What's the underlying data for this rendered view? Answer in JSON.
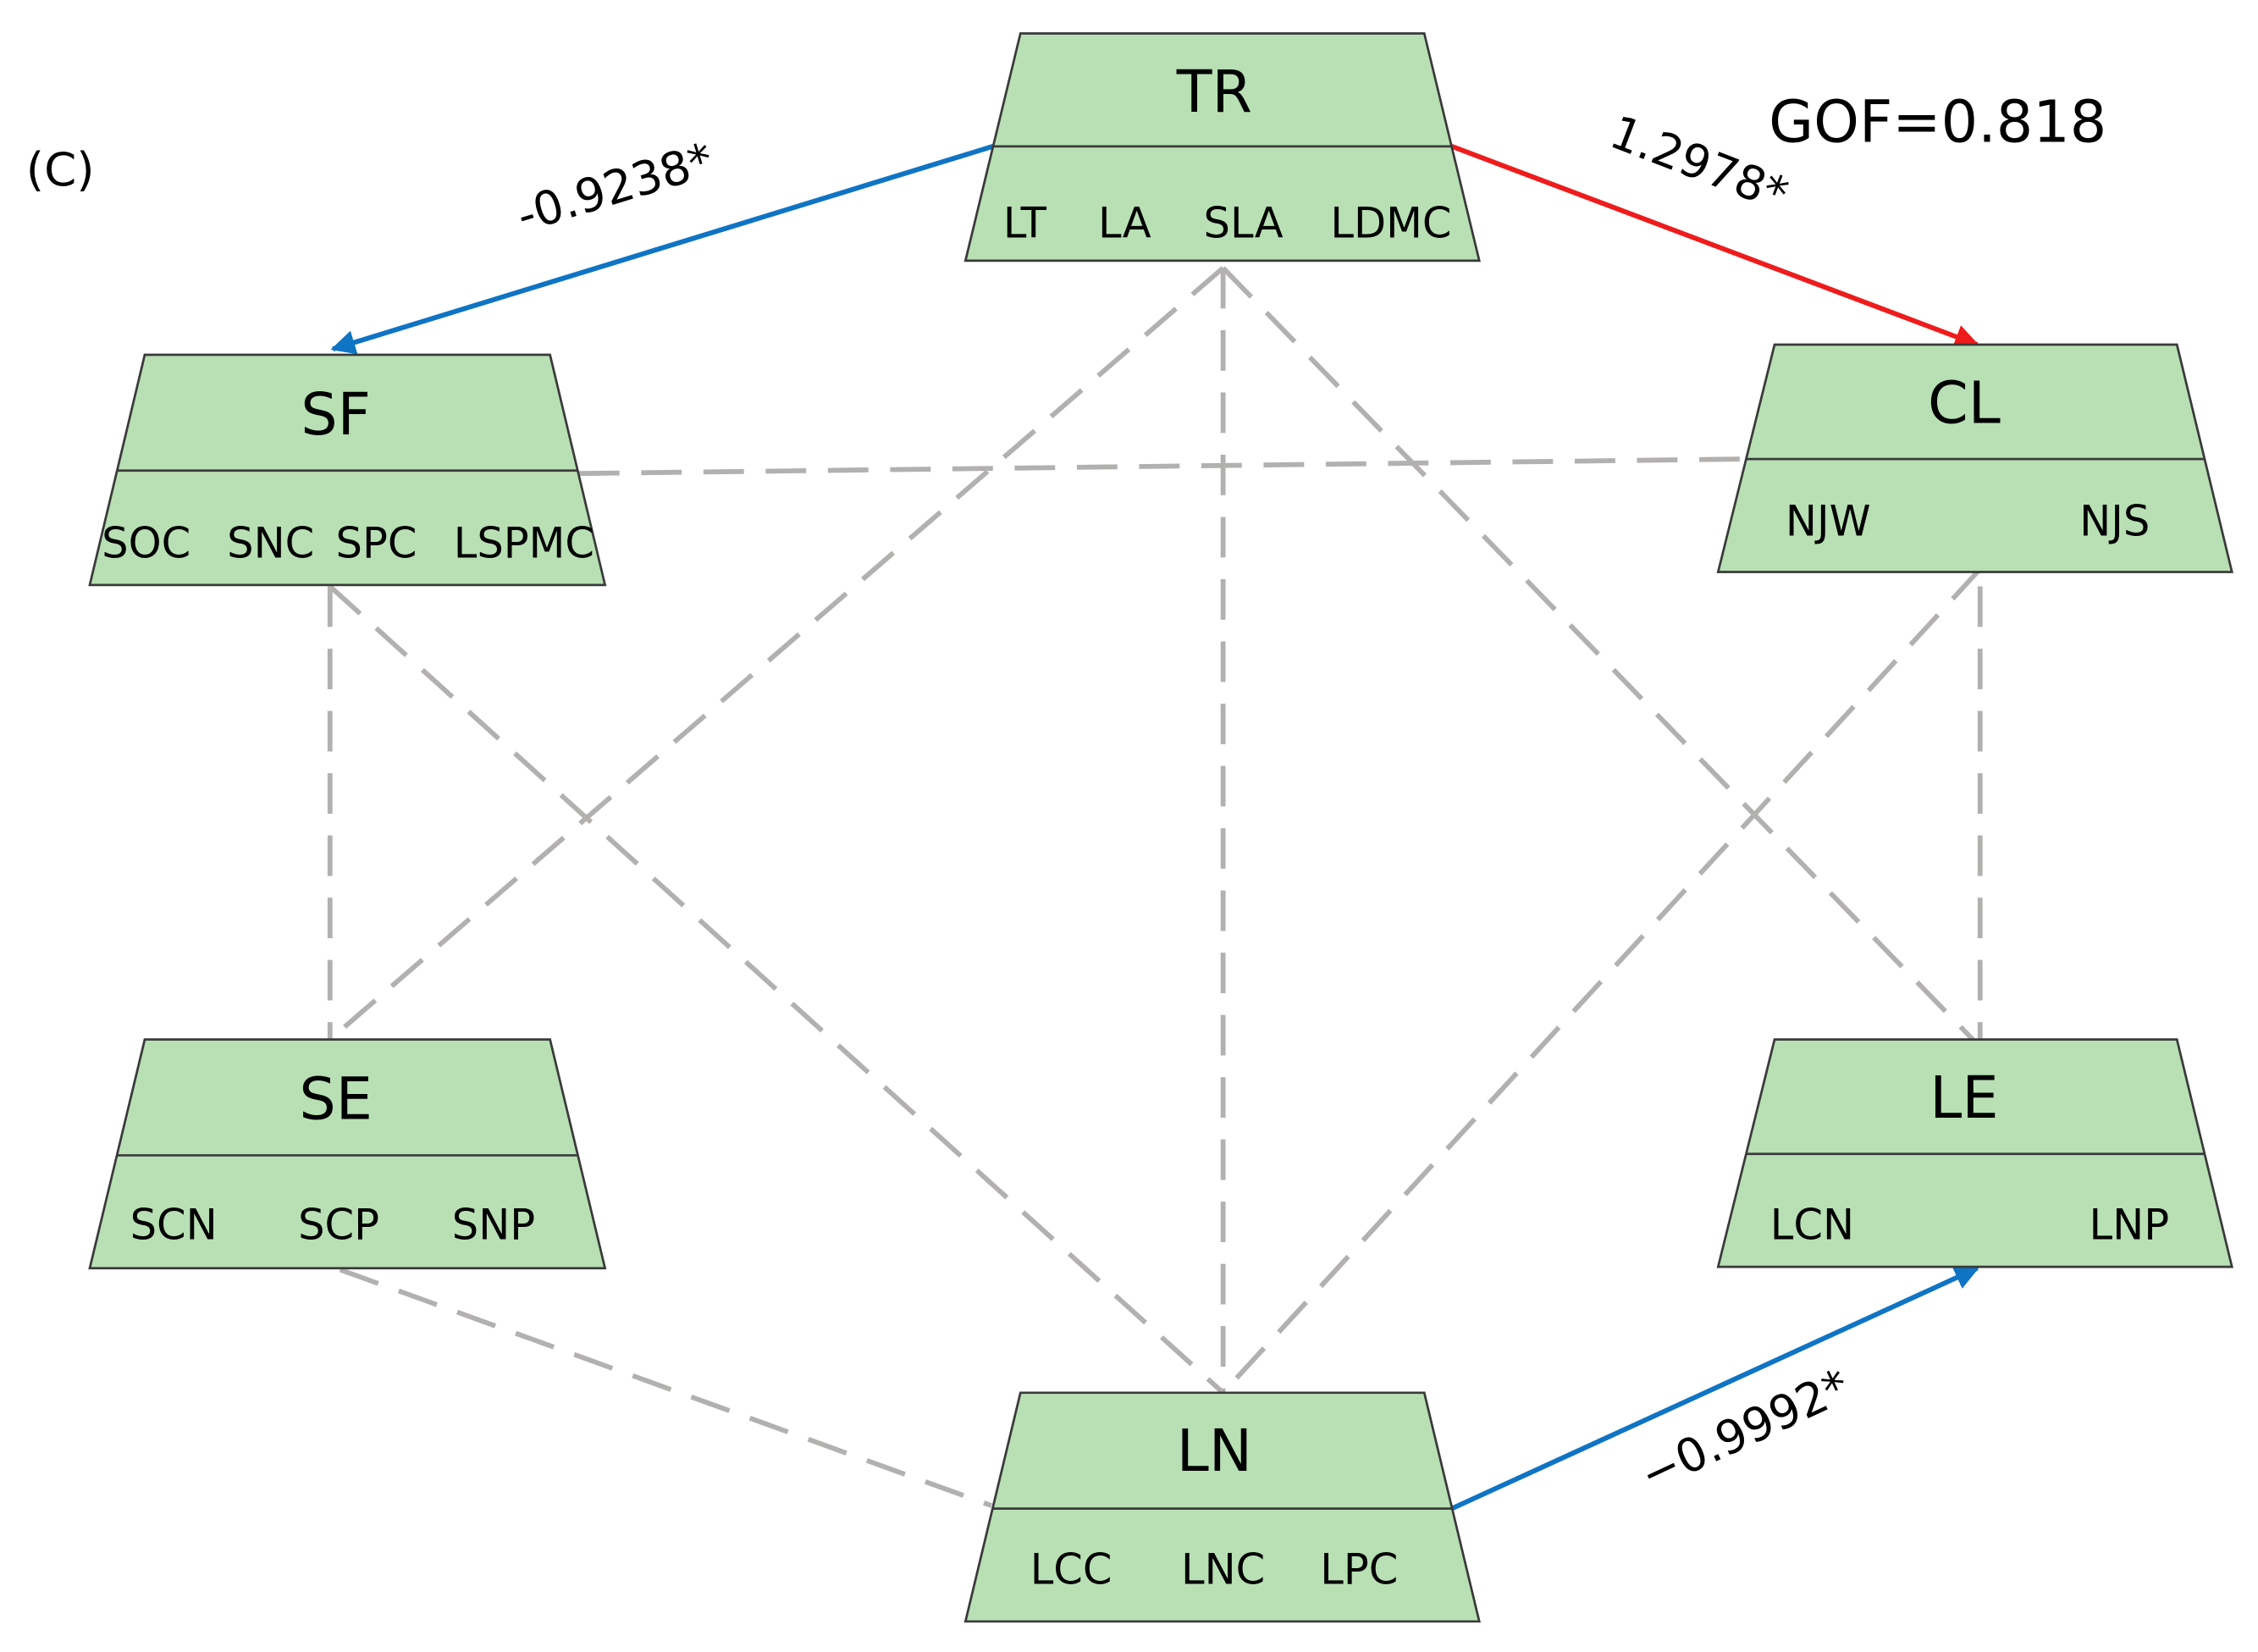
{
  "panel_label": "(C)",
  "gof": "GOF=0.818",
  "colors": {
    "node_fill": "#b8e0b4",
    "node_stroke": "#3a3a3a",
    "negative_path": "#0f74c4",
    "positive_path": "#ee1c1c",
    "nonsignificant_path": "#b3b0b0"
  },
  "nodes": {
    "TR": {
      "title": "TR",
      "items": [
        "LT",
        "LA",
        "SLA",
        "LDMC"
      ]
    },
    "SF": {
      "title": "SF",
      "items": [
        "SOC",
        "SNC",
        "SPC",
        "LSPMC"
      ]
    },
    "CL": {
      "title": "CL",
      "items": [
        "NJW",
        "NJS"
      ]
    },
    "SE": {
      "title": "SE",
      "items": [
        "SCN",
        "SCP",
        "SNP"
      ]
    },
    "LE": {
      "title": "LE",
      "items": [
        "LCN",
        "LNP"
      ]
    },
    "LN": {
      "title": "LN",
      "items": [
        "LCC",
        "LNC",
        "LPC"
      ]
    }
  },
  "paths": {
    "tr_sf": {
      "from": "TR",
      "to": "SF",
      "coef": "-0.9238*",
      "sign": "negative"
    },
    "tr_cl": {
      "from": "TR",
      "to": "CL",
      "coef": "1.2978*",
      "sign": "positive"
    },
    "ln_le": {
      "from": "LN",
      "to": "LE",
      "coef": "−0.9992*",
      "sign": "negative"
    }
  },
  "nonsignificant_links": [
    [
      "TR",
      "SE"
    ],
    [
      "TR",
      "LN"
    ],
    [
      "TR",
      "LE"
    ],
    [
      "SF",
      "CL"
    ],
    [
      "SF",
      "SE"
    ],
    [
      "SF",
      "LN"
    ],
    [
      "CL",
      "LE"
    ],
    [
      "CL",
      "LN"
    ],
    [
      "SE",
      "LN"
    ]
  ]
}
